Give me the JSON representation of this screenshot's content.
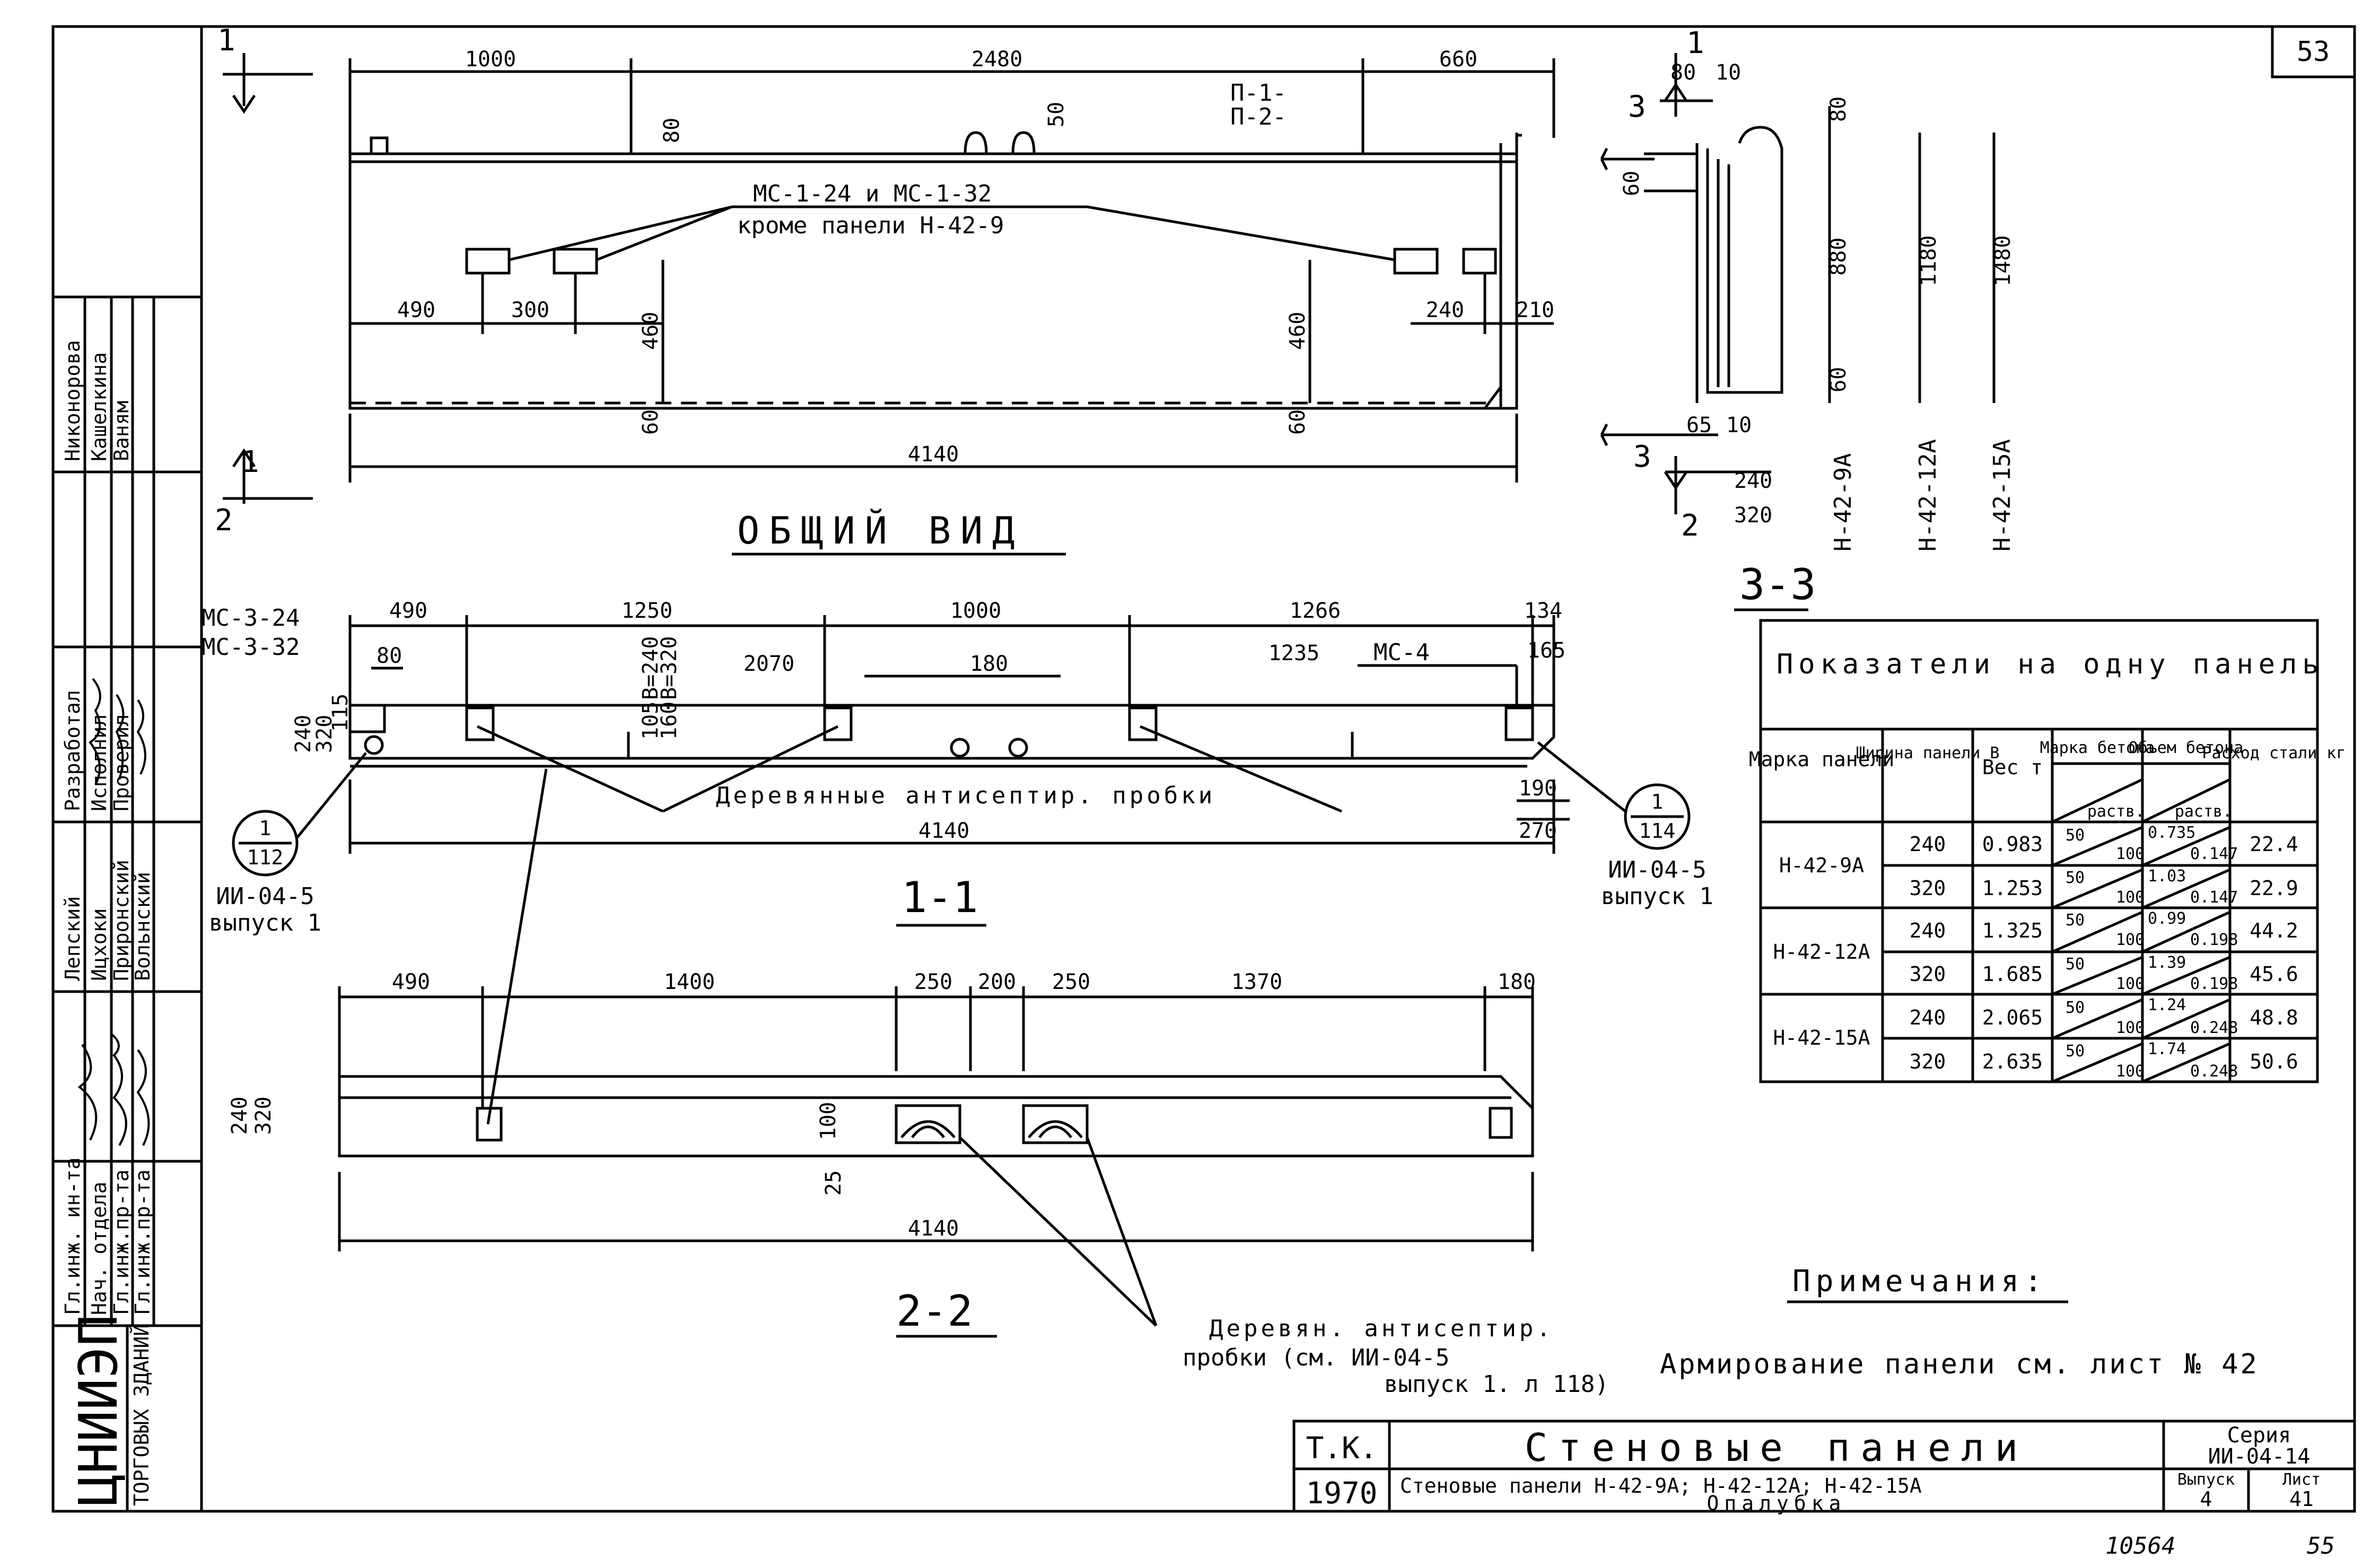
{
  "sheet": {
    "sheet_no": "53",
    "bottom_left_no": "10564",
    "bottom_right_no": "55"
  },
  "side_block": {
    "roles": [
      "Гл.инж. ин-та",
      "Нач. отдела",
      "Гл.инж.пр-та",
      "Гл.инж.пр-та"
    ],
    "names_a": [
      "Лепский",
      "Ицхоки",
      "Приронский",
      "Вольнский"
    ],
    "roles_b": [
      "Разработал",
      "Исполнил",
      "Проверил"
    ],
    "names_b": [
      "Никонорова",
      "Кашелкина",
      "Ваням"
    ],
    "org": "ЦНИИЭП",
    "org_sub": "ТОРГОВЫХ ЗДАНИЙ"
  },
  "general_view": {
    "title": "ОБЩИЙ ВИД",
    "top_dims": [
      "1000",
      "2480",
      "660"
    ],
    "mid_dims": [
      "490",
      "300",
      "240",
      "210"
    ],
    "vert_dims": [
      "460",
      "460",
      "60",
      "60",
      "80",
      "50"
    ],
    "total": "4140",
    "callout": "МС-1-24 и МС-1-32",
    "callout2": "кроме панели Н-42-9",
    "loop_labels": [
      "П-1-",
      "П-2-"
    ],
    "cut_marks": [
      "1",
      "1",
      "2",
      "2"
    ]
  },
  "section_33": {
    "title": "3-3",
    "dims_top": [
      "80",
      "10"
    ],
    "dims_side": [
      "80",
      "60",
      "880",
      "60"
    ],
    "dims_bottom": [
      "65",
      "10",
      "240",
      "320"
    ],
    "heights": [
      "1180",
      "1480"
    ],
    "panels": [
      "Н-42-9А",
      "Н-42-12А",
      "Н-42-15А"
    ],
    "marks": [
      "1",
      "3",
      "3",
      "2"
    ]
  },
  "section_11": {
    "title": "1-1",
    "labels": [
      "МС-3-24",
      "МС-3-32",
      "МС-4"
    ],
    "top_dims": [
      "490",
      "1250",
      "1000",
      "1266",
      "134"
    ],
    "sub_dims": [
      "80",
      "2070",
      "180",
      "1235",
      "165"
    ],
    "vdims": [
      "240",
      "320",
      "115",
      "105",
      "160",
      "В=240",
      "В=320"
    ],
    "right_dims": [
      "190",
      "270"
    ],
    "total": "4140",
    "plugs": "Деревянные антисептир. пробки",
    "node_left": {
      "num": "1",
      "den": "112",
      "ref": "ИИ-04-5",
      "ref2": "выпуск 1"
    },
    "node_right": {
      "num": "1",
      "den": "114",
      "ref": "ИИ-04-5",
      "ref2": "выпуск 1"
    }
  },
  "section_22": {
    "title": "2-2",
    "top_dims": [
      "490",
      "1400",
      "250",
      "200",
      "250",
      "1370",
      "180"
    ],
    "side_dims": [
      "240",
      "320",
      "100",
      "25"
    ],
    "total": "4140",
    "note": "Деревян. антисептир.",
    "note2": "пробки (см. ИИ-04-5",
    "note3": "выпуск 1. л 118)"
  },
  "table": {
    "title": "Показатели на одну панель",
    "headers": [
      "Марка панели",
      "Ширина панели В",
      "Вес т",
      "Марка бетона",
      "Объем бетона",
      "Расход стали кг"
    ],
    "sub_headers": [
      "раств.",
      "раств."
    ],
    "rows": [
      {
        "mark": "Н-42-9А",
        "width": "240",
        "weight": "0.983",
        "grade": "50",
        "grade2": "100",
        "vol": "0.735",
        "vol2": "0.147",
        "steel": "22.4"
      },
      {
        "mark": "",
        "width": "320",
        "weight": "1.253",
        "grade": "50",
        "grade2": "100",
        "vol": "1.03",
        "vol2": "0.147",
        "steel": "22.9"
      },
      {
        "mark": "Н-42-12А",
        "width": "240",
        "weight": "1.325",
        "grade": "50",
        "grade2": "100",
        "vol": "0.99",
        "vol2": "0.198",
        "steel": "44.2"
      },
      {
        "mark": "",
        "width": "320",
        "weight": "1.685",
        "grade": "50",
        "grade2": "100",
        "vol": "1.39",
        "vol2": "0.198",
        "steel": "45.6"
      },
      {
        "mark": "Н-42-15А",
        "width": "240",
        "weight": "2.065",
        "grade": "50",
        "grade2": "100",
        "vol": "1.24",
        "vol2": "0.248",
        "steel": "48.8"
      },
      {
        "mark": "",
        "width": "320",
        "weight": "2.635",
        "grade": "50",
        "grade2": "100",
        "vol": "1.74",
        "vol2": "0.248",
        "steel": "50.6"
      }
    ]
  },
  "notes": {
    "title": "Примечания:",
    "text": "Армирование панели см. лист № 42"
  },
  "title_block": {
    "tk": "Т.К.",
    "year": "1970",
    "main_title": "Стеновые панели",
    "subtitle": "Стеновые панели Н-42-9А; Н-42-12А; Н-42-15А",
    "subtitle2": "Опалубка",
    "series_label": "Серия",
    "series": "ИИ-04-14",
    "issue_label": "Выпуск",
    "issue": "4",
    "sheet_label": "Лист",
    "sheet": "41"
  }
}
